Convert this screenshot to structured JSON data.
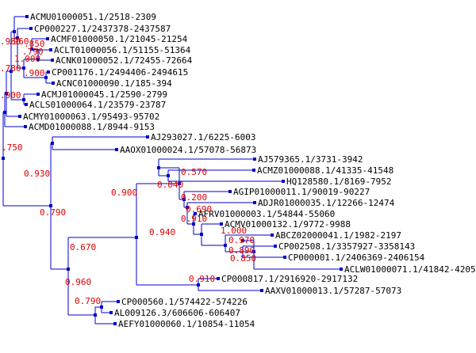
{
  "colors": {
    "branch": "#0000cc",
    "leaf_text": "#000000",
    "support_text": "#dd0000",
    "background": "#ffffff"
  },
  "leaves": [
    "ACMU01000051.1/2518-2309",
    "CP000227.1/2437378-2437587",
    "ACMF01000050.1/21045-21254",
    "ACLT01000056.1/51155-51364",
    "ACNK01000052.1/72455-72664",
    "CP001176.1/2494406-2494615",
    "ACNC01000090.1/185-394",
    "ACMJ01000045.1/2590-2799",
    "ACLS01000064.1/23579-23787",
    "ACMY01000063.1/95493-95702",
    "ACMD01000088.1/8944-9153",
    "AJ293027.1/6225-6003",
    "AAOX01000024.1/57078-56873",
    "AJ579365.1/3731-3942",
    "ACMZ01000088.1/41335-41548",
    "HQ128580.1/8169-7952",
    "AGIP01000011.1/90019-90227",
    "ADJR01000035.1/12266-12474",
    "AFRV01000003.1/54844-55060",
    "ACMV01000132.1/9772-9988",
    "ABCZ02000041.1/1982-2197",
    "CP002508.1/3357927-3358143",
    "CP000001.1/2406369-2406154",
    "ACLW01000071.1/41842-42052",
    "CP000817.1/2916920-2917132",
    "AAXV01000013.1/57287-57073",
    "CP000560.1/574422-574226",
    "AL009126.3/606606-606407",
    "AEFY01000060.1/10854-11054"
  ],
  "supports": [
    ".980",
    ".960",
    ".850",
    ".790",
    "1.000",
    ".780",
    ".900",
    ".900",
    ".750",
    "0.930",
    "0.790",
    "0.900",
    "0.670",
    "0.960",
    "0.940",
    "0.790",
    "0.570",
    "0.040",
    "0.200",
    "0.690",
    "0.910",
    "1.000",
    "0.970",
    "0.890",
    "0.850",
    "0.910"
  ]
}
